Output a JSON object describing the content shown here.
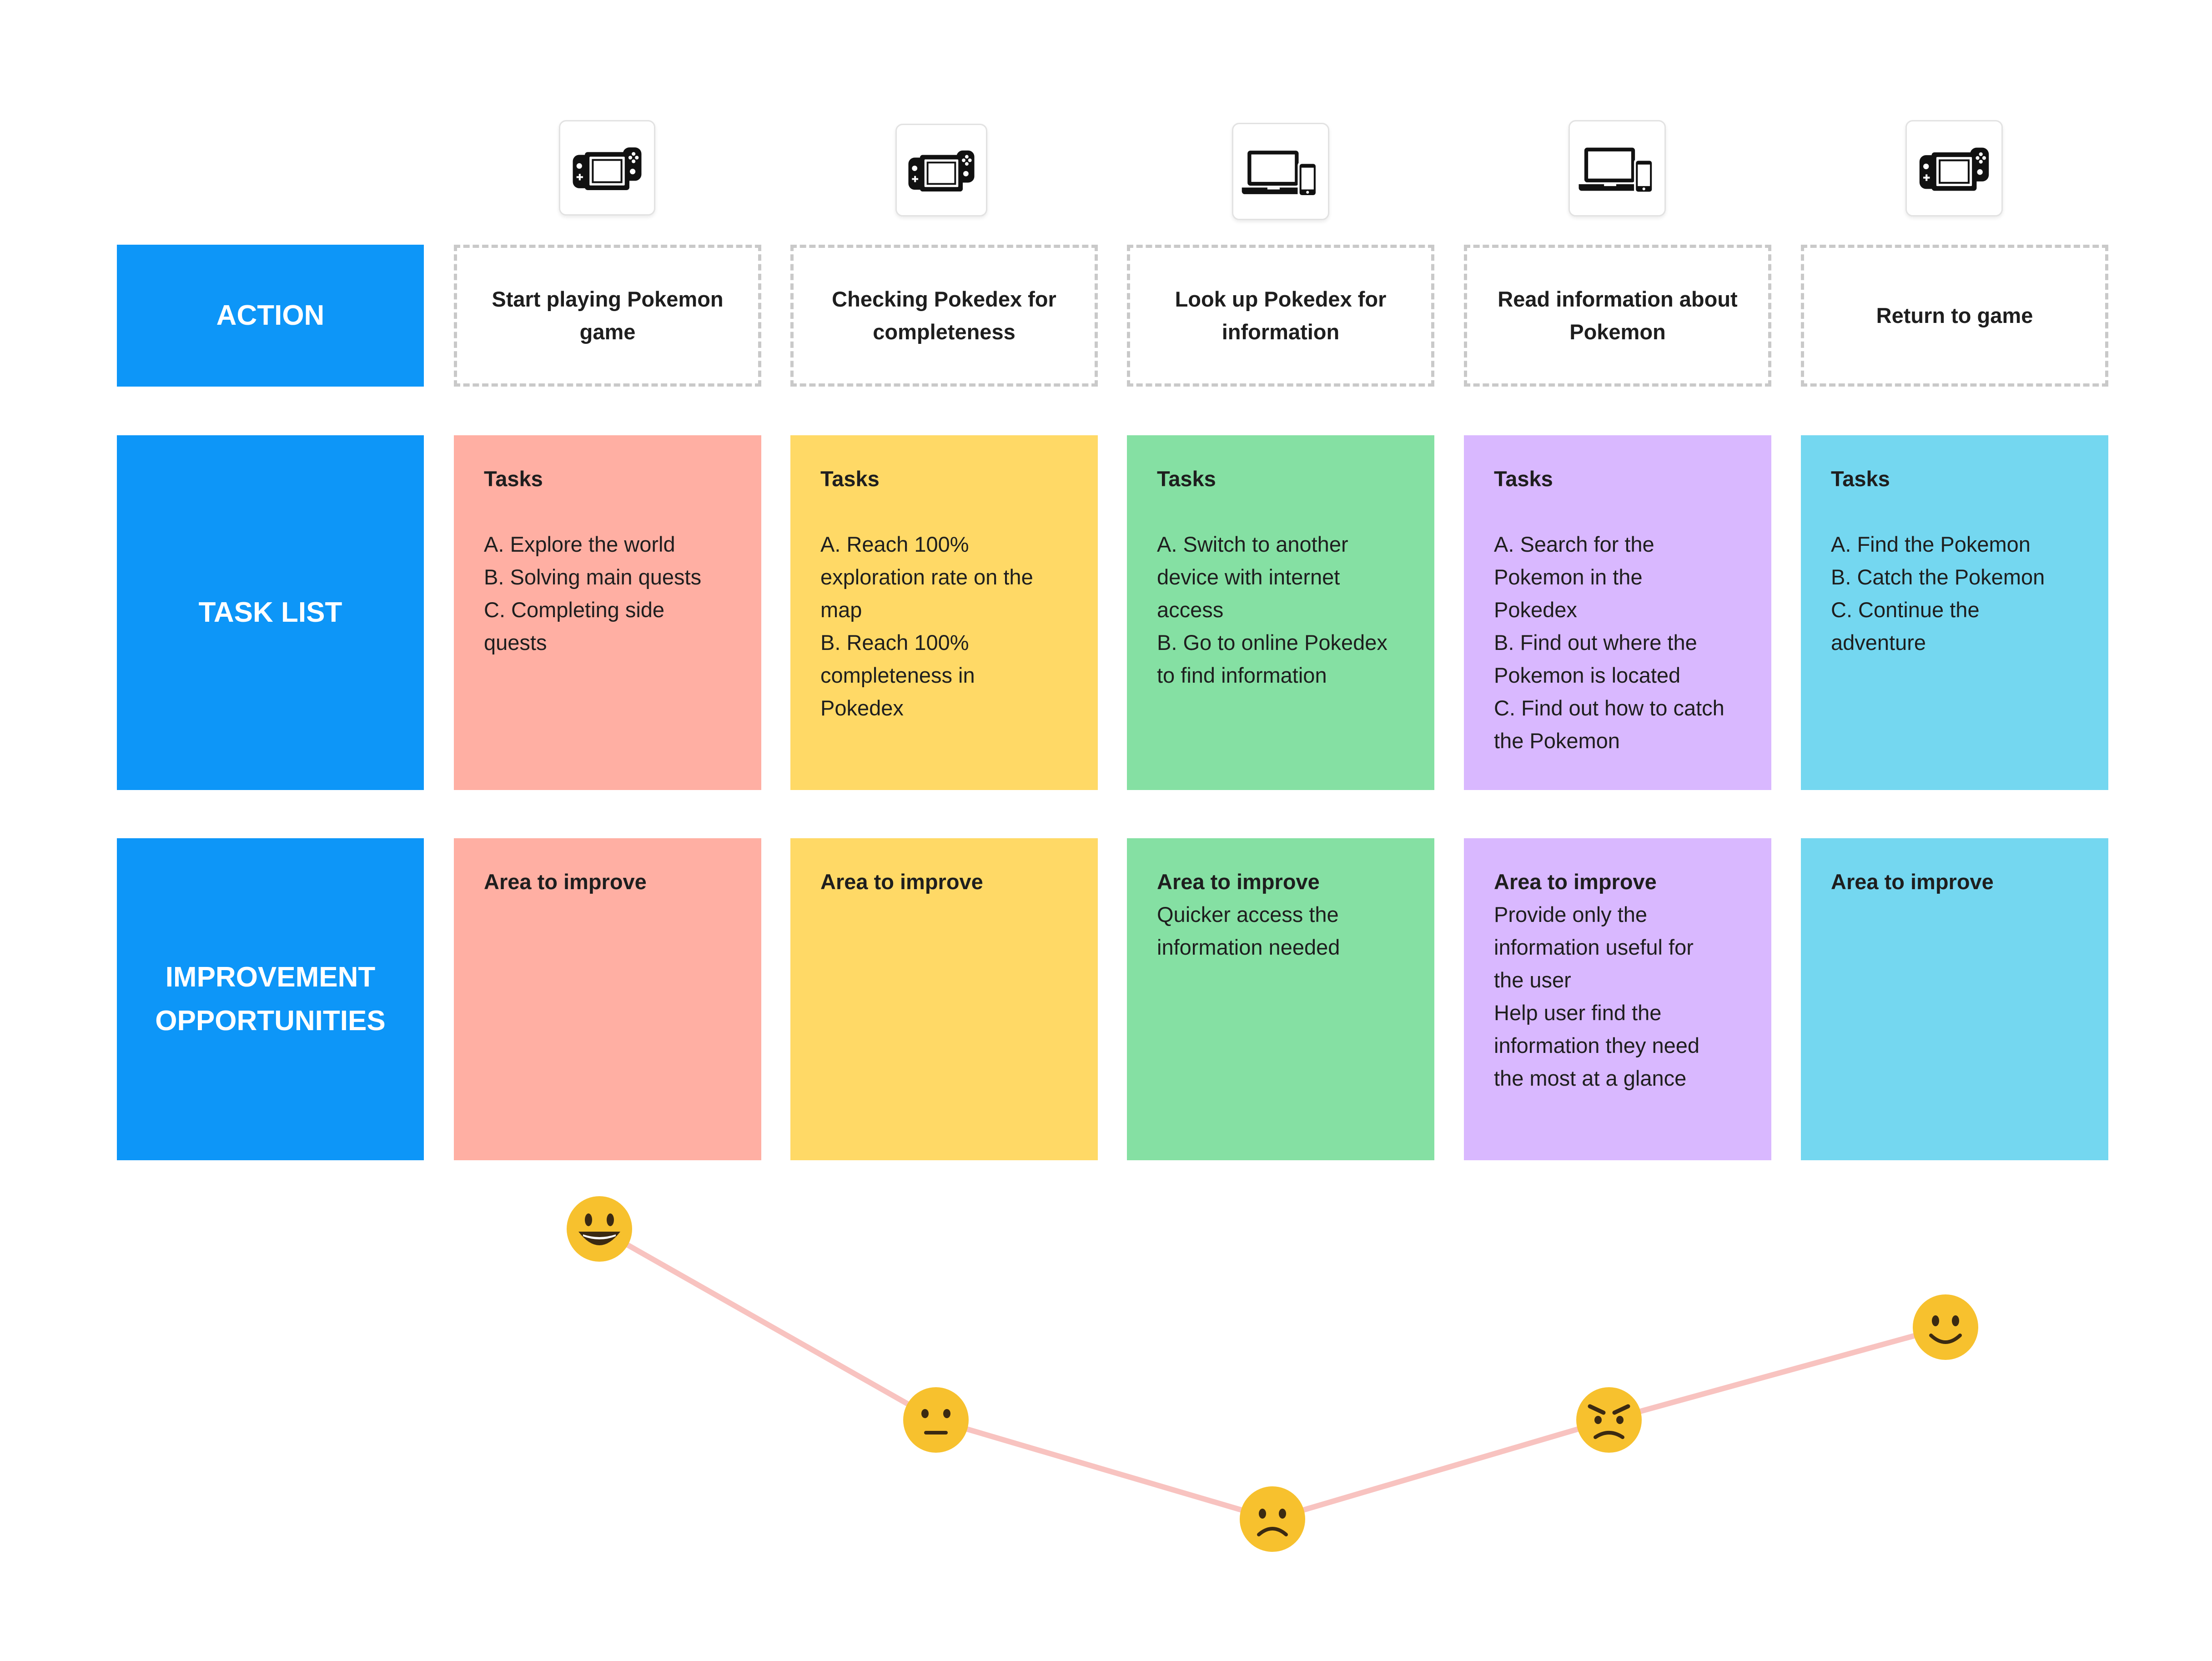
{
  "colors": {
    "label_bg": "#0d96f8",
    "action_border": "#c9c9c9",
    "line": "#f8c3c0",
    "emoji_face": "#f7c12e",
    "stage_colors": [
      "#ffafa3",
      "#ffd966",
      "#85e0a3",
      "#d9b8ff",
      "#74d7f0"
    ]
  },
  "row_labels": {
    "action": "ACTION",
    "task_list": "TASK LIST",
    "improvement": [
      "IMPROVEMENT",
      "OPPORTUNITIES"
    ]
  },
  "stages": [
    {
      "device_icon": "game-console-icon",
      "action": "Start playing Pokemon game",
      "tasks_title": "Tasks",
      "tasks": [
        "A. Explore the world",
        "B. Solving main quests",
        "C. Completing side",
        "quests"
      ],
      "improve_title": "Area to improve",
      "improve": [],
      "emotion": "grinning-face-icon",
      "emotion_level": 5
    },
    {
      "device_icon": "game-console-icon",
      "action": "Checking Pokedex for completeness",
      "tasks_title": "Tasks",
      "tasks": [
        "A. Reach 100%",
        "exploration rate on the",
        "map",
        "B. Reach 100%",
        "completeness in",
        "Pokedex"
      ],
      "improve_title": "Area to improve",
      "improve": [],
      "emotion": "neutral-face-icon",
      "emotion_level": 2
    },
    {
      "device_icon": "laptop-phone-icon",
      "action": "Look up Pokedex for information",
      "tasks_title": "Tasks",
      "tasks": [
        "A. Switch to another",
        "device with internet",
        "access",
        "B. Go to online Pokedex",
        "to find information"
      ],
      "improve_title": "Area to improve",
      "improve": [
        "Quicker access the",
        "information needed"
      ],
      "emotion": "frowning-face-icon",
      "emotion_level": 1
    },
    {
      "device_icon": "laptop-phone-icon",
      "action": "Read information about Pokemon",
      "tasks_title": "Tasks",
      "tasks": [
        "A. Search for the",
        "Pokemon in the",
        "Pokedex",
        "B. Find out where the",
        "Pokemon is located",
        "C. Find out how to catch",
        "the Pokemon"
      ],
      "improve_title": "Area to improve",
      "improve": [
        "Provide only the",
        "information useful for",
        "the user",
        "Help user find the",
        "information they need",
        "the most at a glance"
      ],
      "emotion": "angry-face-icon",
      "emotion_level": 2
    },
    {
      "device_icon": "game-console-icon",
      "action": "Return to game",
      "tasks_title": "Tasks",
      "tasks": [
        "A. Find the Pokemon",
        "B. Catch the Pokemon",
        "C. Continue the",
        "adventure"
      ],
      "improve_title": "Area to improve",
      "improve": [],
      "emotion": "slightly-smiling-face-icon",
      "emotion_level": 4
    }
  ]
}
